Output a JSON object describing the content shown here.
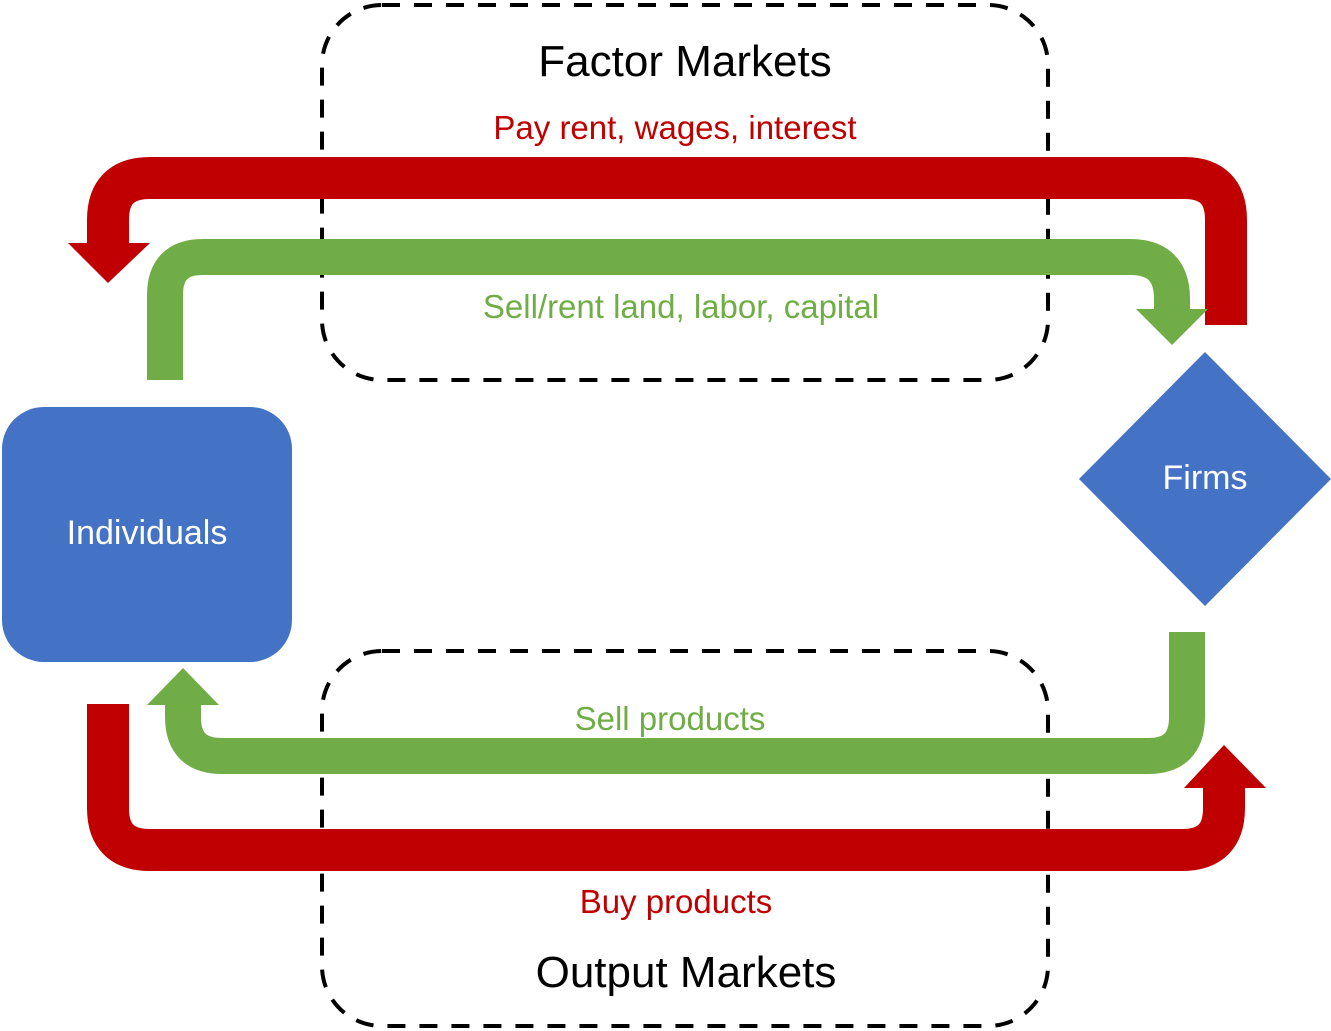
{
  "colors": {
    "money_flow": "#c00000",
    "goods_flow": "#70ad47",
    "node": "#4472c4",
    "node_text": "#ffffff",
    "market_border": "#000000"
  },
  "factor_market": {
    "title": "Factor Markets",
    "money_flow_label": "Pay rent, wages, interest",
    "resource_flow_label": "Sell/rent land, labor, capital"
  },
  "output_market": {
    "title": "Output Markets",
    "money_flow_label": "Buy products",
    "goods_flow_label": "Sell products"
  },
  "nodes": {
    "individuals": {
      "label": "Individuals",
      "shape": "rounded-rectangle"
    },
    "firms": {
      "label": "Firms",
      "shape": "diamond"
    }
  }
}
